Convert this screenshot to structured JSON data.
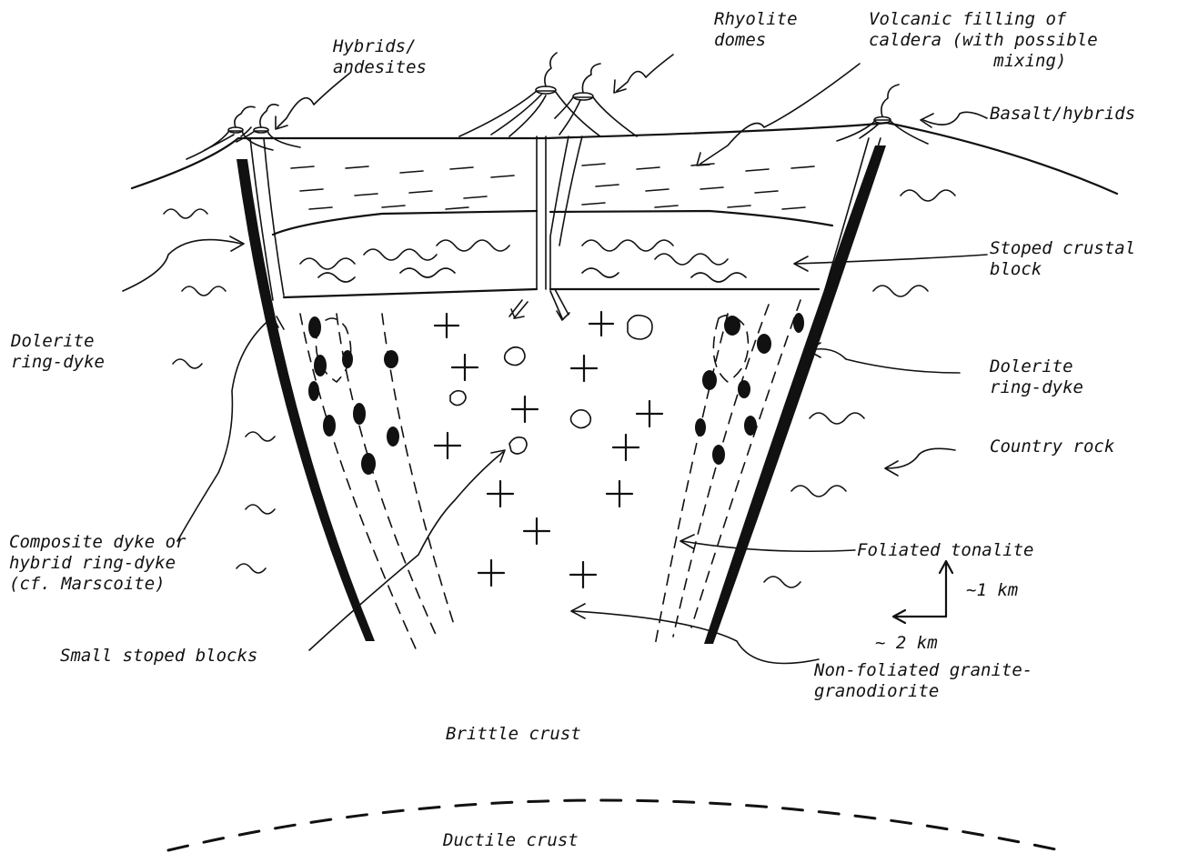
{
  "labels": {
    "hybrids_andesites": "Hybrids/\nandesites",
    "rhyolite_domes": "Rhyolite\ndomes",
    "volcanic_filling": "Volcanic filling of\ncaldera (with possible\n            mixing)",
    "basalt_hybrids": "Basalt/hybrids",
    "stoped_crustal_block": "Stoped crustal\nblock",
    "dolerite_ring_dyke_left": "Dolerite\nring-dyke",
    "dolerite_ring_dyke_right": "Dolerite\nring-dyke",
    "country_rock": "Country rock",
    "composite_dyke": "Composite dyke or\nhybrid ring-dyke\n(cf. Marscoite)",
    "foliated_tonalite": "Foliated tonalite",
    "scale_vertical": "~1 km",
    "scale_horizontal": "~ 2 km",
    "small_stoped_blocks": "Small stoped blocks",
    "non_foliated": "Non-foliated granite-\ngranodiorite",
    "brittle_crust": "Brittle crust",
    "ductile_crust": "Ductile crust"
  }
}
